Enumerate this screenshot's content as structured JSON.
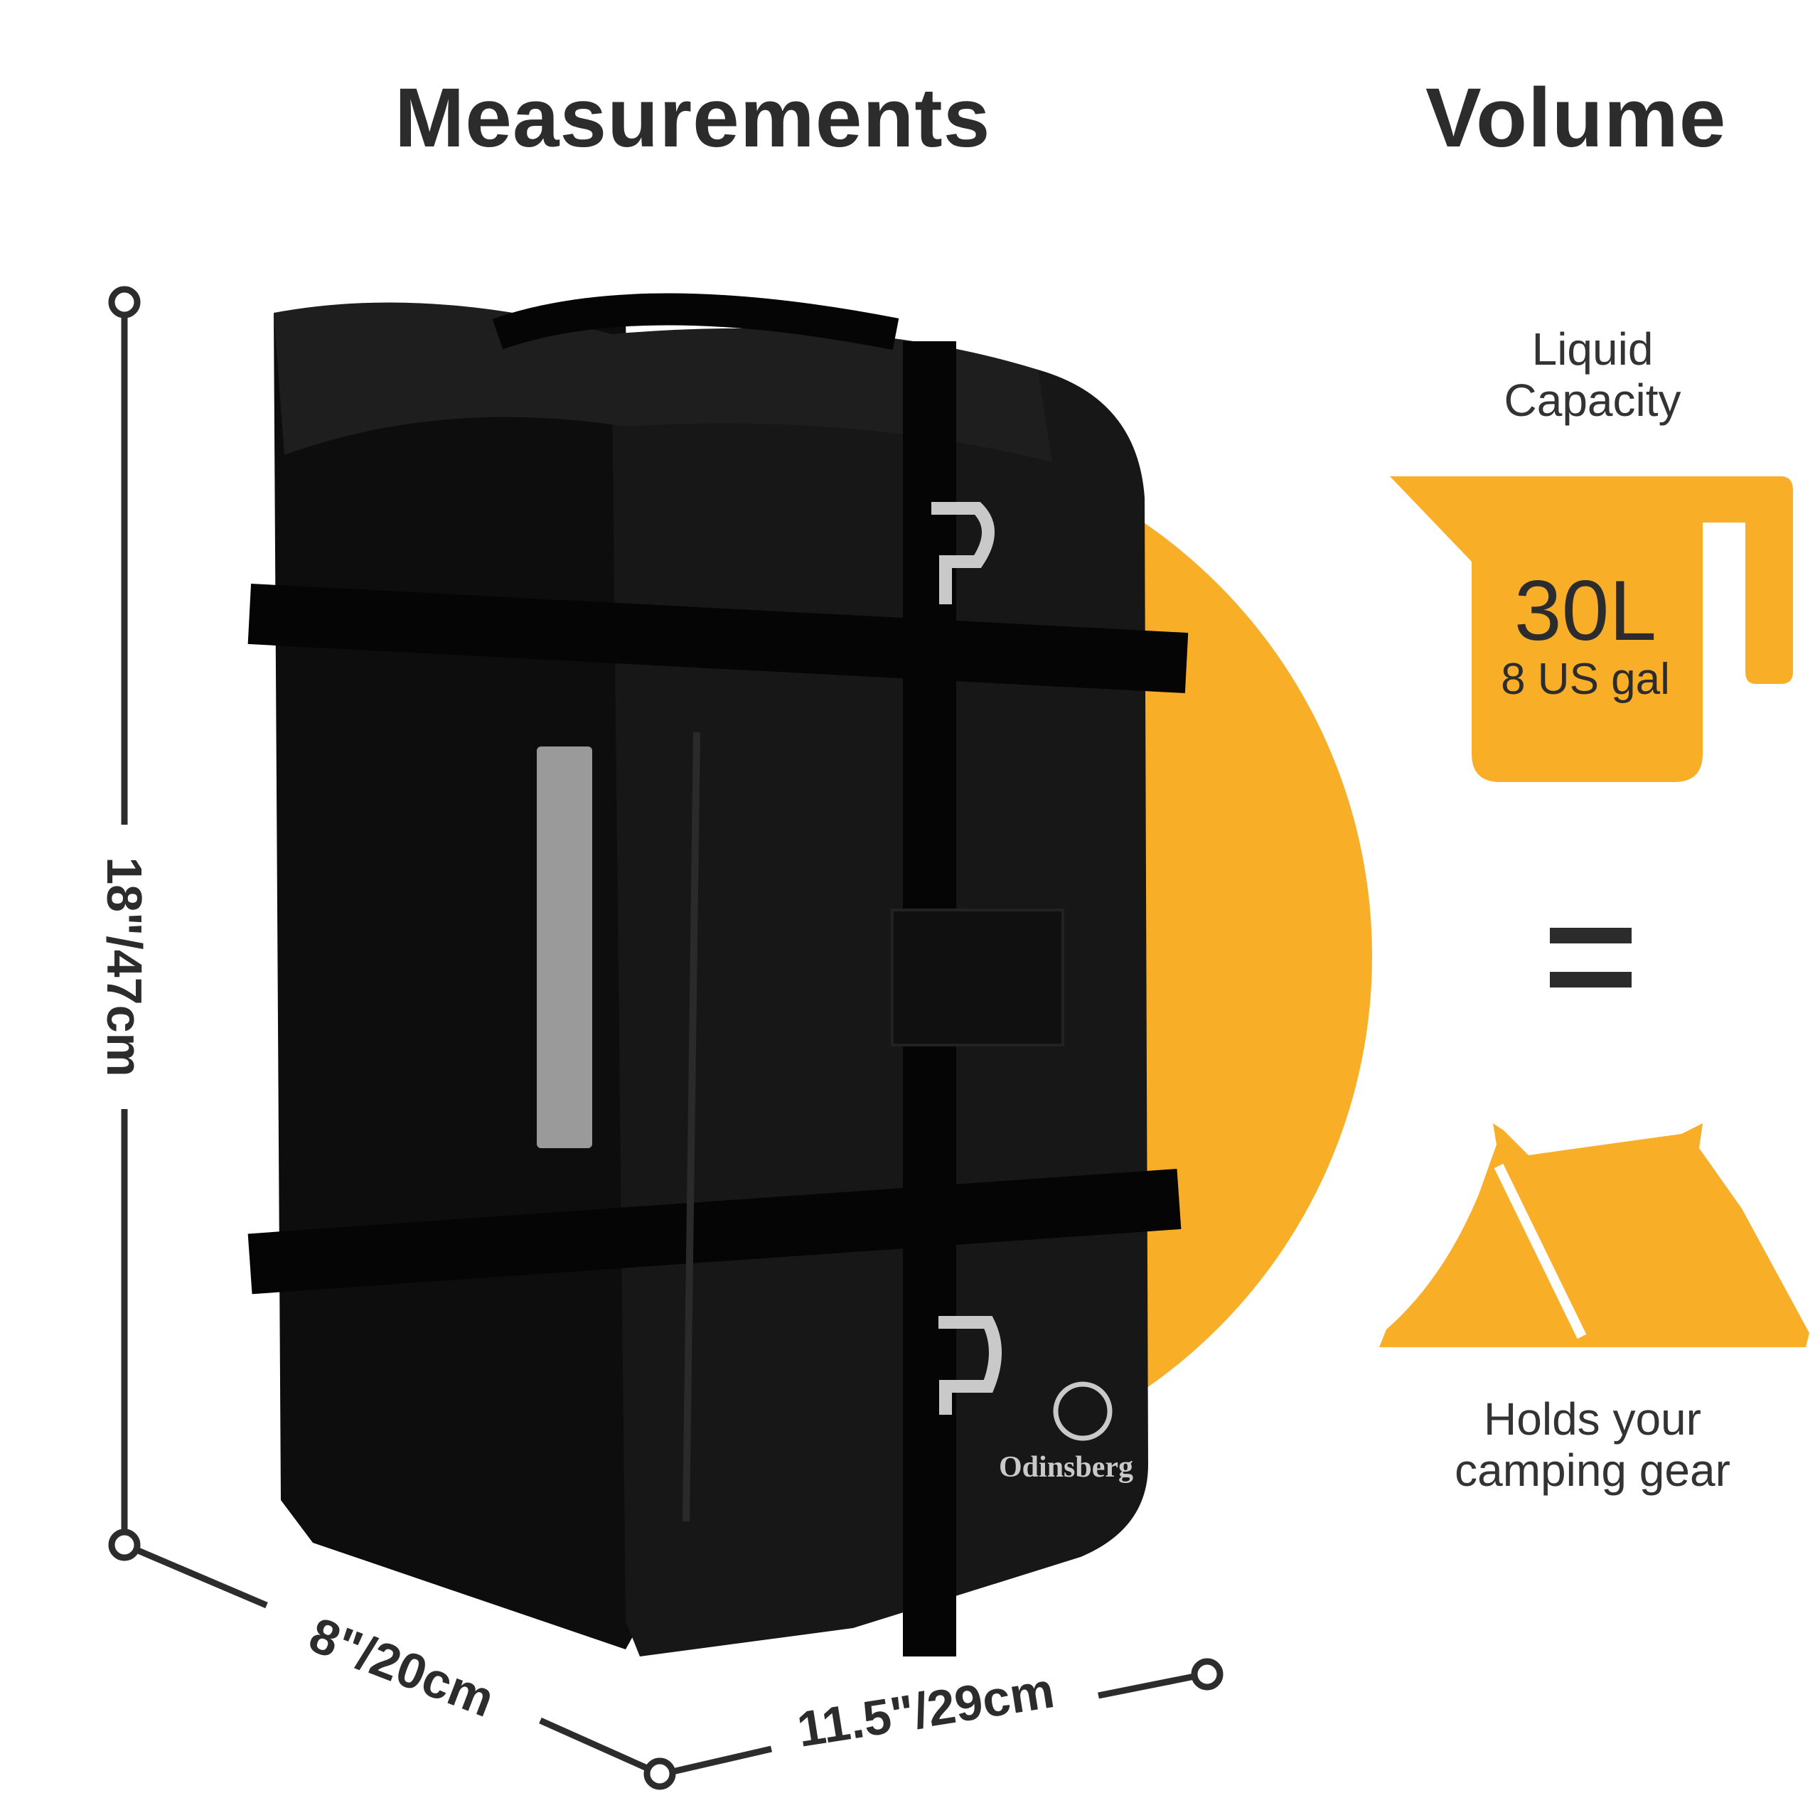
{
  "colors": {
    "accent": "#F9AE27",
    "dark": "#2c2c2c",
    "bag": "#121212"
  },
  "headings": {
    "measurements": "Measurements",
    "volume": "Volume"
  },
  "dimensions": {
    "height": "18\"/47cm",
    "depth": "8\"/20cm",
    "width": "11.5\"/29cm"
  },
  "volume": {
    "liquid_label_line1": "Liquid",
    "liquid_label_line2": "Capacity",
    "liters": "30L",
    "gallons": "8 US gal",
    "equals": "=",
    "gear_label_line1": "Holds your",
    "gear_label_line2": "camping gear"
  },
  "brand": {
    "name": "Odinsberg"
  },
  "icons": {
    "jug": "measuring-jug-icon",
    "tent": "tent-icon"
  }
}
